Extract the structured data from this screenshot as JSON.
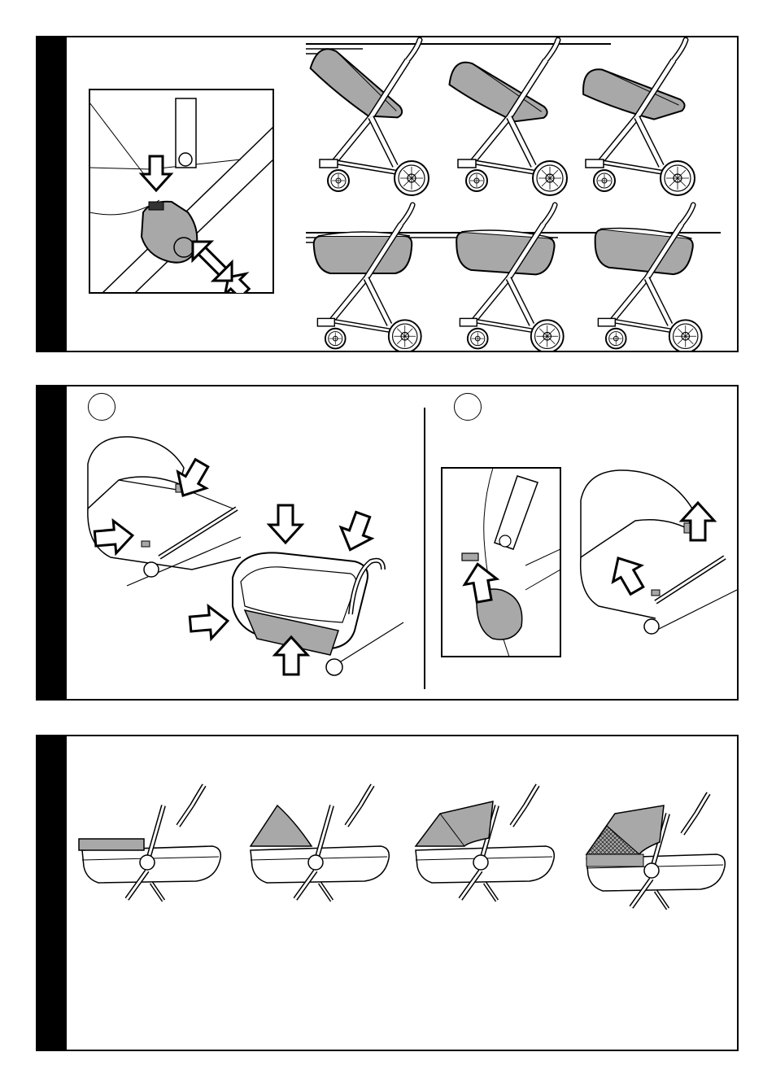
{
  "page": {
    "panels": [
      {
        "id": "panel-1",
        "content": "seat-and-carrycot-recline-positions"
      },
      {
        "id": "panel-2",
        "content": "attach-and-release-carrycot"
      },
      {
        "id": "panel-3",
        "content": "hood-and-apron-configurations"
      }
    ]
  },
  "panel2": {
    "step_a_label": "",
    "step_b_label": ""
  },
  "colors": {
    "ink": "#000000",
    "fill_grey": "#a8a8a8",
    "paper": "#ffffff"
  },
  "icons": {
    "arrow": "outlined-arrow-icon",
    "wheel": "spoked-wheel-icon"
  }
}
